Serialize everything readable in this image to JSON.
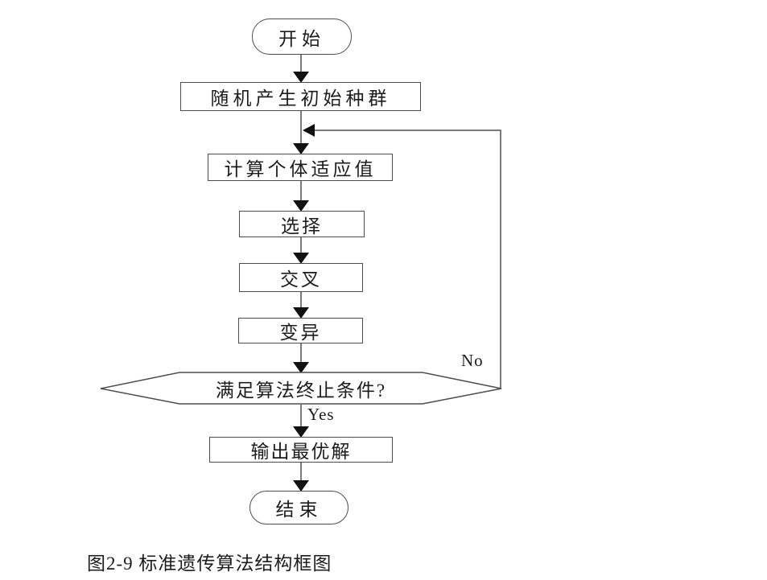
{
  "figure": {
    "caption": "图2-9 标准遗传算法结构框图"
  },
  "flowchart": {
    "nodes": {
      "start": "开始",
      "init": "随机产生初始种群",
      "fitness": "计算个体适应值",
      "selection": "选择",
      "crossover": "交叉",
      "mutation": "变异",
      "decision": "满足算法终止条件?",
      "output": "输出最优解",
      "end": "结束"
    },
    "branch_labels": {
      "yes": "Yes",
      "no": "No"
    },
    "colors": {
      "line": "#7a7a7a",
      "border": "#4d4d4d",
      "arrow": "#111111",
      "text": "#1c1c1c",
      "background": "#ffffff"
    }
  }
}
